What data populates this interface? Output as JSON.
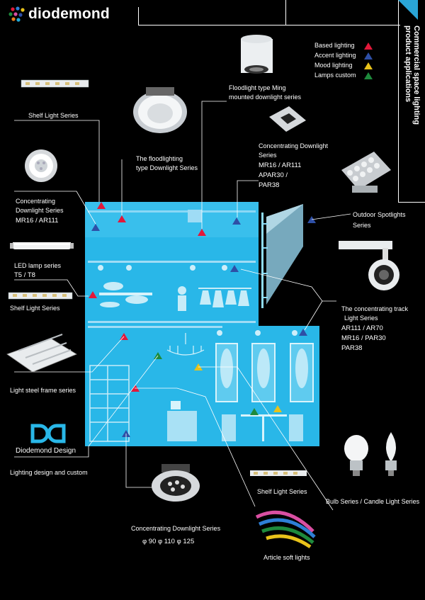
{
  "brand": {
    "name": "diodemond"
  },
  "side_title": {
    "line1": "Commercial space lighting",
    "line2": "product applications"
  },
  "legend": [
    {
      "label": "Based lighting",
      "color": "#e2183a"
    },
    {
      "label": "Accent lighting",
      "color": "#2e4fa6"
    },
    {
      "label": "Mood lighting",
      "color": "#e8c21a"
    },
    {
      "label": "Lamps custom",
      "color": "#1e8a3c"
    }
  ],
  "labels": {
    "shelf_top": "Shelf Light Series",
    "floodlight_ming_1": "Floodlight type Ming",
    "floodlight_ming_2": "mounted downlight series",
    "flood_downlight_1": "The floodlighting",
    "flood_downlight_2": "type Downlight Series",
    "conc_down_r_1": "Concentrating Downlight",
    "conc_down_r_2": "Series",
    "conc_down_r_3": "MR16 / AR111",
    "conc_down_r_4": "APAR30 /",
    "conc_down_r_5": "PAR38",
    "conc_down_l_1": "Concentrating",
    "conc_down_l_2": "Downlight Series",
    "conc_down_l_3": "MR16 / AR111",
    "outdoor_1": "Outdoor Spotlights",
    "outdoor_2": "Series",
    "led_lamp_1": "LED lamp series",
    "led_lamp_2": "T5 / T8",
    "shelf_mid": "Shelf Light Series",
    "track_1": "The concentrating track",
    "track_2": "Light Series",
    "track_3": "AR111 / AR70",
    "track_4": "MR16 / PAR30",
    "track_5": "PAR38",
    "steel_frame": "Light steel frame series",
    "design_brand": "Diodemond Design",
    "design_custom": "Lighting design and custom",
    "shelf_bottom": "Shelf Light Series",
    "bulb": "Bulb Series / Candle Light Series",
    "conc_bottom": "Concentrating Downlight Series",
    "sizes": "φ 90  φ 110  φ 125",
    "article": "Article soft lights"
  }
}
